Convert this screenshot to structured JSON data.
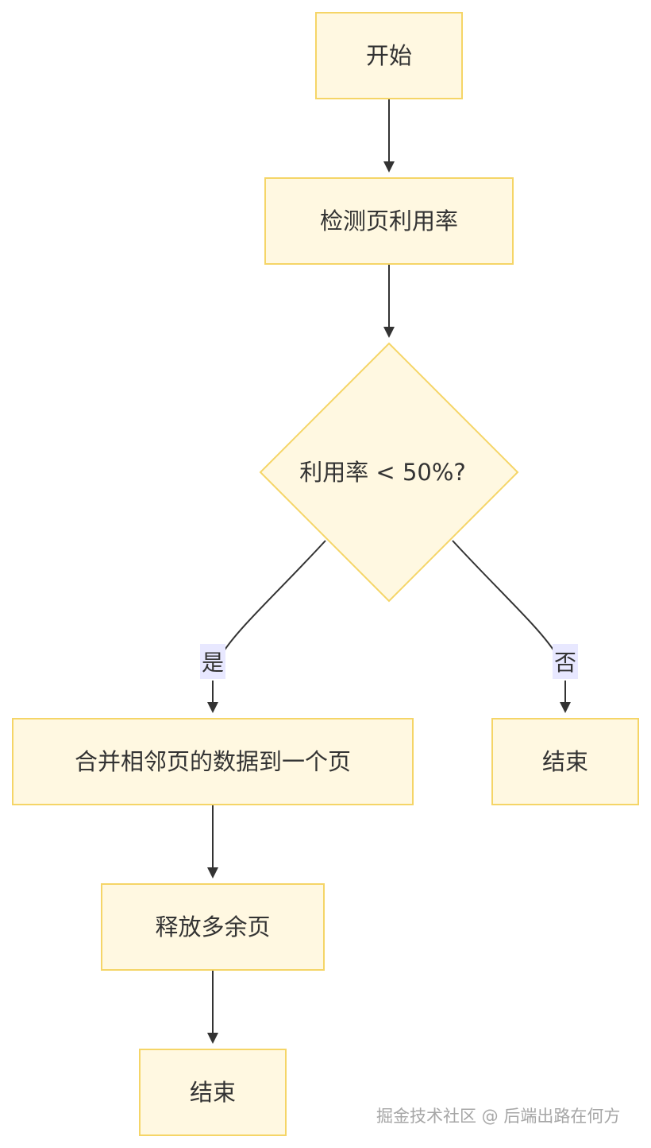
{
  "nodes": {
    "start": "开始",
    "check": "检测页利用率",
    "decision": "利用率 < 50%?",
    "merge": "合并相邻页的数据到一个页",
    "end_no": "结束",
    "release": "释放多余页",
    "end_final": "结束"
  },
  "edges": {
    "yes_label": "是",
    "no_label": "否"
  },
  "colors": {
    "node_fill": "#fff8e1",
    "node_stroke": "#f5d567",
    "edge_stroke": "#333333",
    "label_bg": "#e8e8ff"
  },
  "watermark": "掘金技术社区 @ 后端出路在何方"
}
